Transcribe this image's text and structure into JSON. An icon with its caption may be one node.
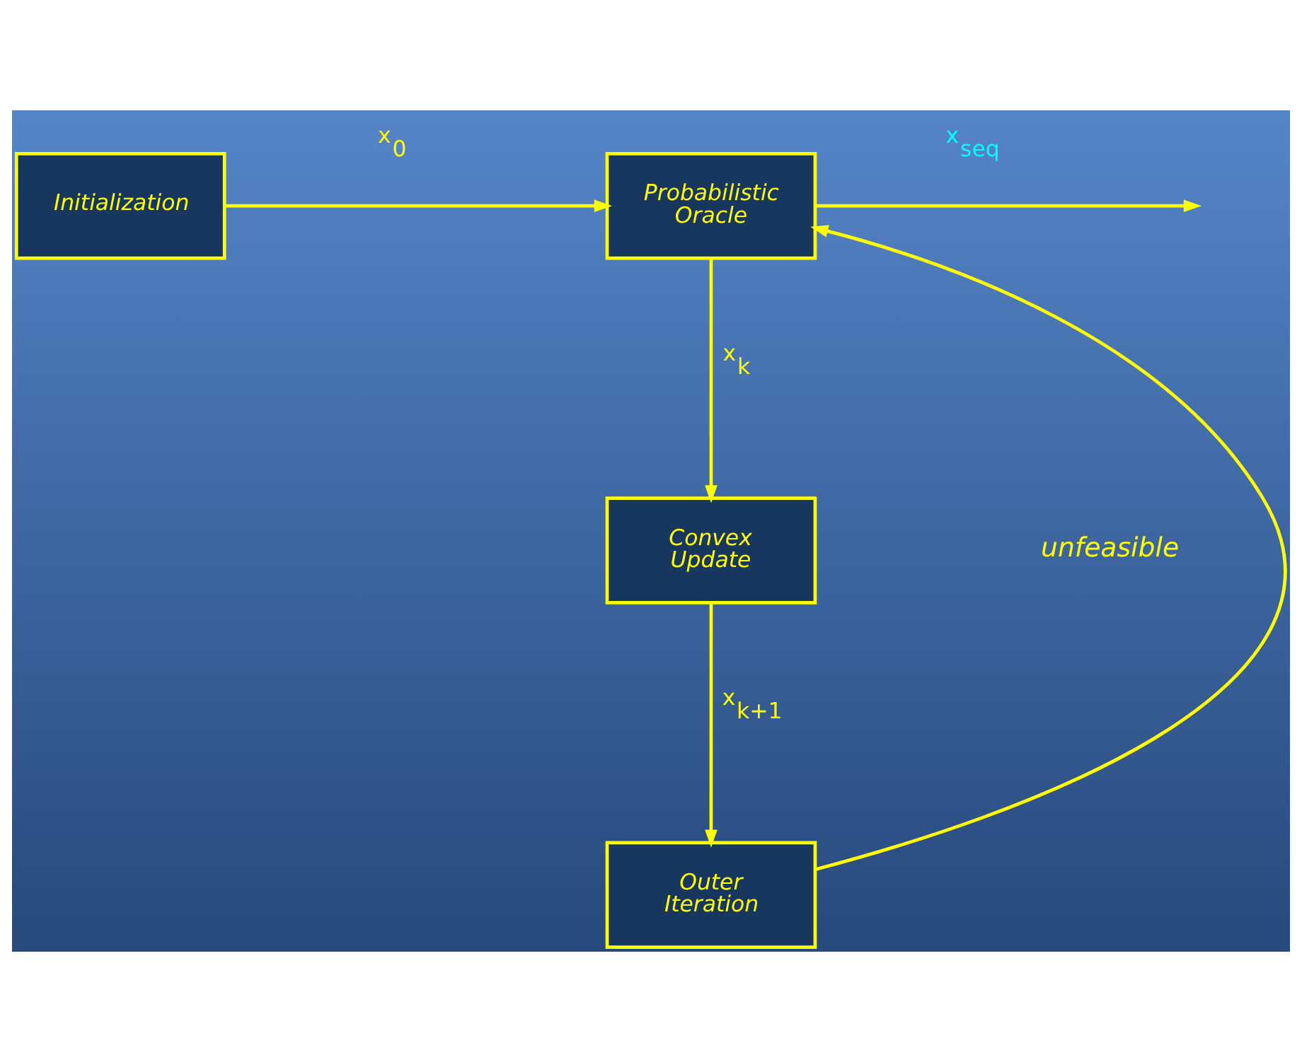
{
  "diagram": {
    "nodes": [
      {
        "text": [
          "Initialization"
        ]
      },
      {
        "text": [
          "Probabilistic Oracle"
        ]
      },
      {
        "text": [
          "Convex Update"
        ]
      },
      {
        "text": [
          "Outer Iteration"
        ]
      }
    ],
    "edges": [
      {
        "from": 0,
        "to": 1,
        "arrow": "to",
        "label": "x$_{0}$"
      },
      {
        "from": 1,
        "to": null,
        "arrow": "to",
        "label": "x$_{seq}$"
      },
      {
        "from": 1,
        "to": 2,
        "arrow": "to",
        "label": "x$_{k}$"
      },
      {
        "from": 2,
        "to": 3,
        "arrow": "to",
        "label": "x$_{k+1}$"
      },
      {
        "from": 3,
        "to": 1,
        "arrow": "to"
      }
    ],
    "labels": [
      "unfeasible"
    ]
  }
}
